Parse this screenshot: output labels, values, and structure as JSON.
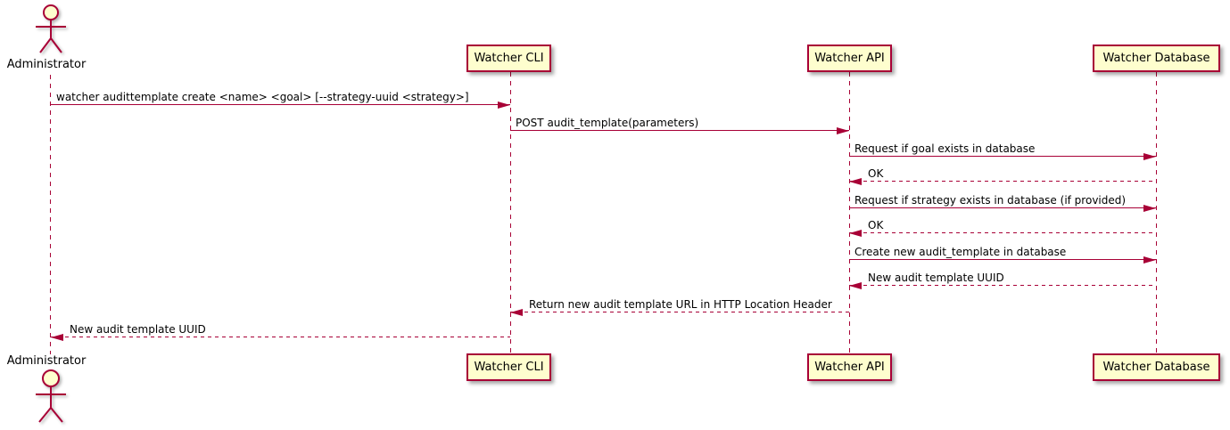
{
  "actor": {
    "name": "Administrator"
  },
  "participants": [
    {
      "label": "Watcher CLI"
    },
    {
      "label": "Watcher API"
    },
    {
      "label": "Watcher Database"
    }
  ],
  "messages": [
    {
      "from": "Administrator",
      "to": "Watcher CLI",
      "line": "solid",
      "label": "watcher audittemplate create <name> <goal> [--strategy-uuid <strategy>]"
    },
    {
      "from": "Watcher CLI",
      "to": "Watcher API",
      "line": "solid",
      "label": "POST audit_template(parameters)"
    },
    {
      "from": "Watcher API",
      "to": "Watcher Database",
      "line": "solid",
      "label": "Request if goal exists in database"
    },
    {
      "from": "Watcher Database",
      "to": "Watcher API",
      "line": "dashed",
      "label": "OK"
    },
    {
      "from": "Watcher API",
      "to": "Watcher Database",
      "line": "solid",
      "label": "Request if strategy exists in database (if provided)"
    },
    {
      "from": "Watcher Database",
      "to": "Watcher API",
      "line": "dashed",
      "label": "OK"
    },
    {
      "from": "Watcher API",
      "to": "Watcher Database",
      "line": "solid",
      "label": "Create new audit_template in database"
    },
    {
      "from": "Watcher Database",
      "to": "Watcher API",
      "line": "dashed",
      "label": "New audit template UUID"
    },
    {
      "from": "Watcher API",
      "to": "Watcher CLI",
      "line": "dashed",
      "label": "Return new audit template URL in HTTP Location Header"
    },
    {
      "from": "Watcher CLI",
      "to": "Administrator",
      "line": "dashed",
      "label": "New audit template UUID"
    }
  ],
  "colors": {
    "accent": "#A80036",
    "participant_fill": "#FEFECE",
    "text": "#000000",
    "background": "#FFFFFF"
  },
  "icons": {
    "actor": "stick-figure-actor",
    "arrowhead": "filled-triangle"
  }
}
